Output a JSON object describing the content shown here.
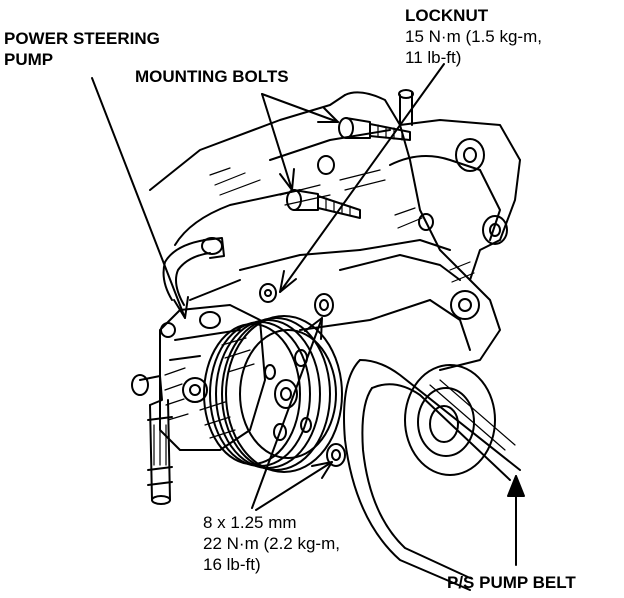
{
  "labels": {
    "power_steering_pump": [
      "POWER STEERING",
      "PUMP"
    ],
    "mounting_bolts": "MOUNTING BOLTS",
    "locknut": {
      "title": "LOCKNUT",
      "spec_line1": "15 N·m (1.5 kg-m,",
      "spec_line2": "11 lb-ft)"
    },
    "bolt_spec": {
      "line1": "8 x 1.25 mm",
      "line2": "22 N·m (2.2 kg-m,",
      "line3": "16 lb-ft)"
    },
    "ps_pump_belt": "P/S PUMP BELT"
  },
  "colors": {
    "ink": "#000000",
    "paper": "#ffffff"
  }
}
